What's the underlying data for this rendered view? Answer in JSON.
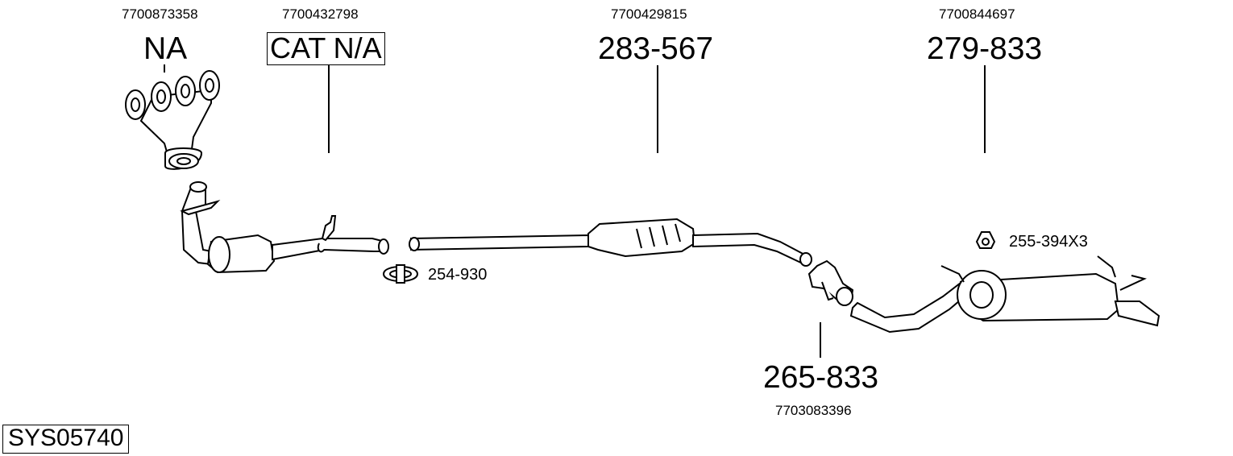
{
  "oem_numbers": {
    "manifold": "7700873358",
    "catalyst": "7700432798",
    "middle": "7700429815",
    "rear": "7700844697",
    "front_pipe": "7703083396"
  },
  "parts": {
    "manifold": "NA",
    "catalyst": "CAT N/A",
    "middle": "283-567",
    "rear": "279-833",
    "front_pipe": "265-833"
  },
  "accessories": {
    "clamp": "254-930",
    "rubber_mount": "255-394X3"
  },
  "system_code": "SYS05740"
}
